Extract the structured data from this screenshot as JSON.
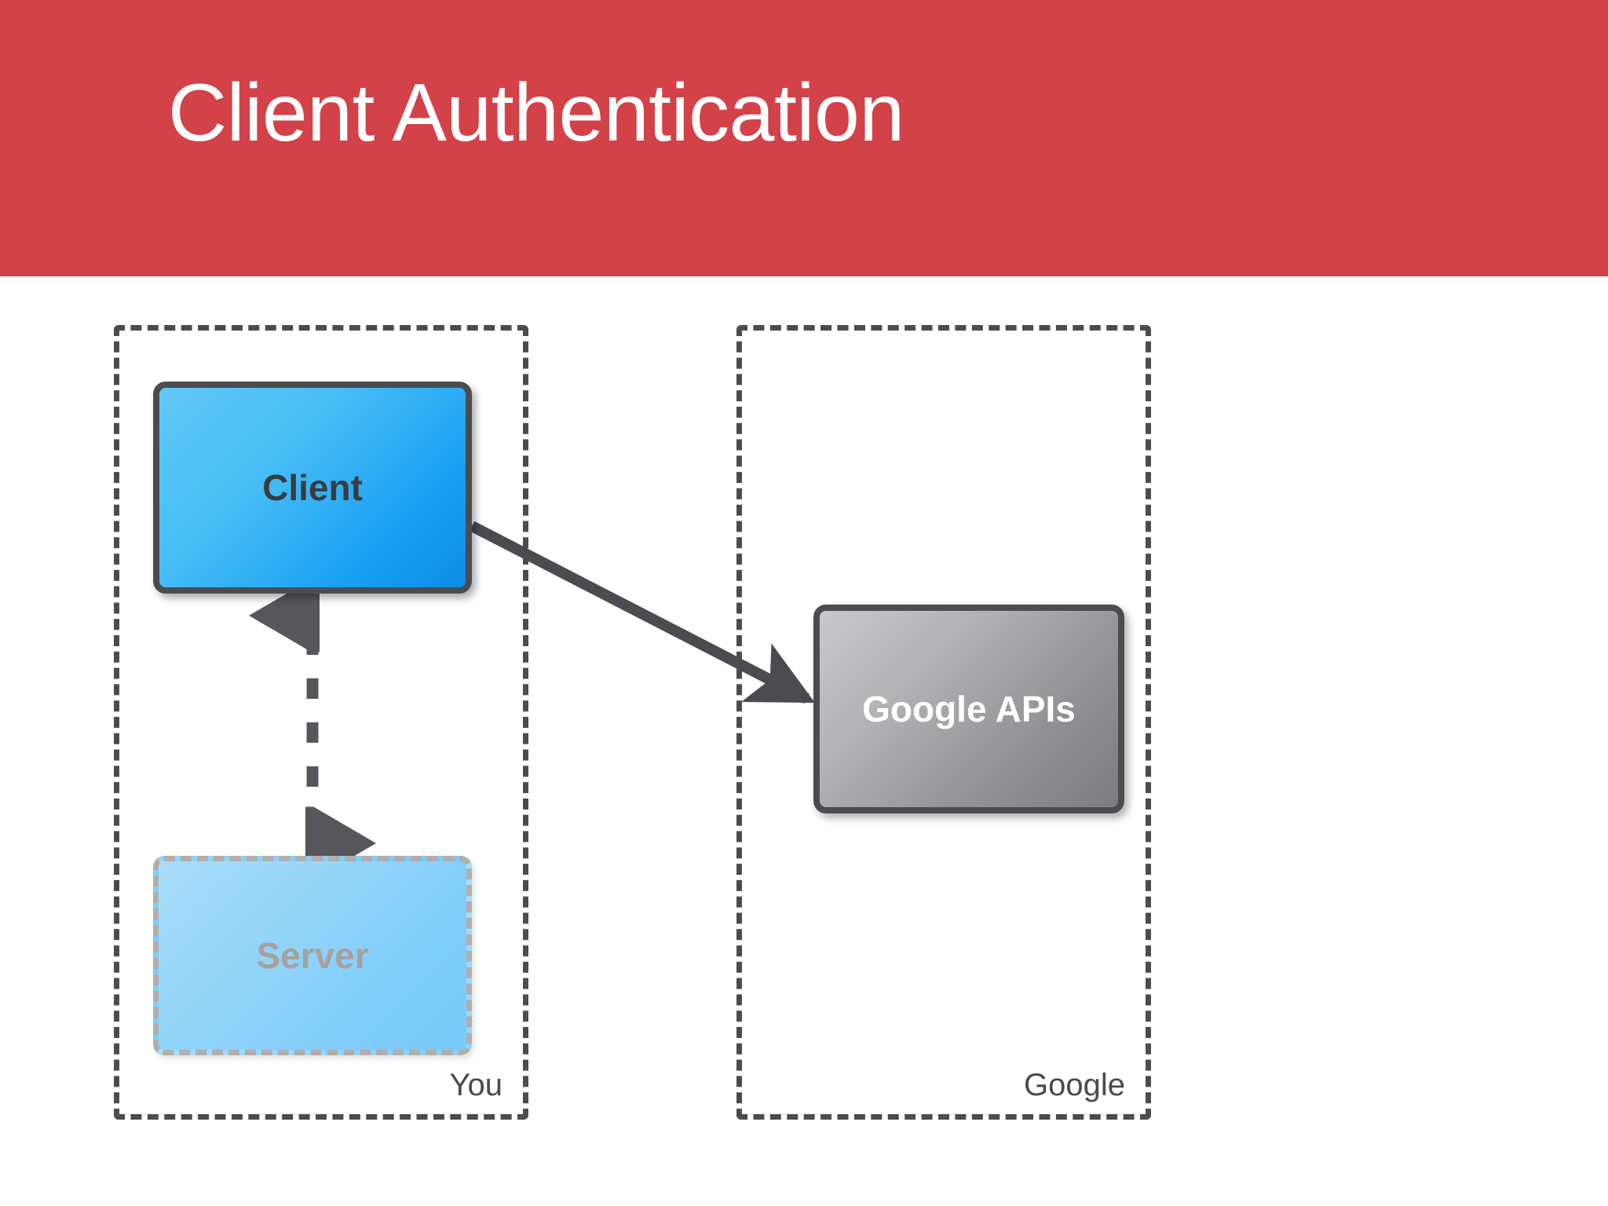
{
  "slide": {
    "title": "Client Authentication",
    "header_color": "#d34248",
    "title_color": "#ffffff",
    "background_color": "#ffffff"
  },
  "diagram": {
    "type": "architecture-flow",
    "domains": [
      {
        "id": "you",
        "label": "You",
        "label_color": "#4a4a4e",
        "border_style": "dashed",
        "border_color": "#4c4c50"
      },
      {
        "id": "google",
        "label": "Google",
        "label_color": "#4a4a4e",
        "border_style": "dashed",
        "border_color": "#4c4c50"
      }
    ],
    "nodes": [
      {
        "id": "client",
        "label": "Client",
        "domain": "you",
        "state": "active",
        "fill_from": "#62c9f6",
        "fill_to": "#0b8ce8",
        "text_color": "#3b3b3f",
        "border_color": "#4c4c50",
        "border_style": "solid"
      },
      {
        "id": "server",
        "label": "Server",
        "domain": "you",
        "state": "disabled",
        "fill_from": "#a9ddfa",
        "fill_to": "#79cbfb",
        "text_color": "#a7a19e",
        "border_color": "#b3aeab",
        "border_style": "dashed"
      },
      {
        "id": "google-apis",
        "label": "Google APIs",
        "domain": "google",
        "state": "active",
        "fill_from": "#c9c9cc",
        "fill_to": "#7c7c80",
        "text_color": "#ffffff",
        "border_color": "#4c4c50",
        "border_style": "solid"
      }
    ],
    "connectors": [
      {
        "id": "client-server",
        "from": "client",
        "to": "server",
        "style": "dashed",
        "arrowheads": "both",
        "color": "#57575b",
        "state": "inactive"
      },
      {
        "id": "client-google-apis",
        "from": "client",
        "to": "google-apis",
        "style": "solid",
        "arrowheads": "end",
        "color": "#4c4c50",
        "state": "active"
      }
    ]
  }
}
